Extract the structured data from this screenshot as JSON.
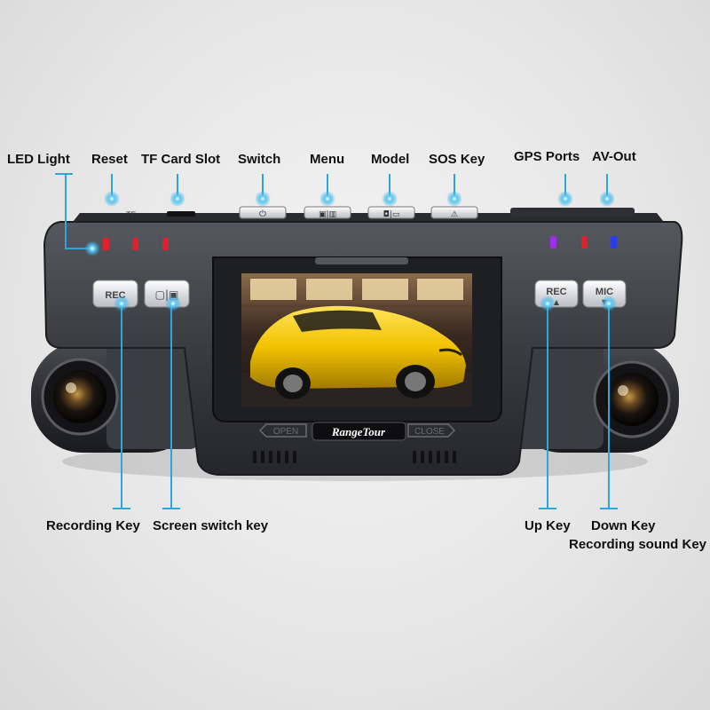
{
  "callouts_top": [
    {
      "id": "led-light",
      "label": "LED Light"
    },
    {
      "id": "reset",
      "label": "Reset"
    },
    {
      "id": "tf-card-slot",
      "label": "TF Card Slot"
    },
    {
      "id": "switch",
      "label": "Switch"
    },
    {
      "id": "menu",
      "label": "Menu"
    },
    {
      "id": "model",
      "label": "Model"
    },
    {
      "id": "sos-key",
      "label": "SOS Key"
    },
    {
      "id": "gps-ports",
      "label": "GPS Ports"
    },
    {
      "id": "av-out",
      "label": "AV-Out"
    }
  ],
  "callouts_bottom": [
    {
      "id": "recording-key",
      "label": "Recording Key"
    },
    {
      "id": "screen-switch-key",
      "label": "Screen switch key"
    },
    {
      "id": "up-key",
      "label": "Up Key"
    },
    {
      "id": "down-key",
      "label": "Down Key"
    },
    {
      "id": "recording-sound-key",
      "label": "Recording sound Key"
    }
  ],
  "device": {
    "brand": "RangeTour",
    "button_rec_left": "REC",
    "button_rec_right": "REC",
    "button_mic": "MIC",
    "slot_open": "OPEN",
    "slot_close": "CLOSE",
    "top_marks": "TF"
  },
  "colors": {
    "body": "#3a3c40",
    "body_dark": "#1f2023",
    "callout_dot": "#29a8e0",
    "led_red": "#e0202a",
    "led_purple": "#9b30e8",
    "led_blue": "#2a3ce8",
    "car_yellow": "#f2c200"
  }
}
